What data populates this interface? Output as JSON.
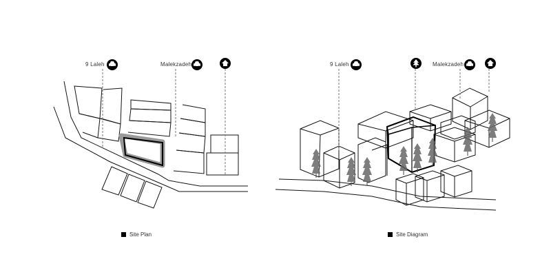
{
  "site_plan": {
    "caption": "Site Plan",
    "labels": {
      "street_1": "9 Laleh",
      "street_2": "Malekzadeh"
    },
    "icons": [
      "car-icon",
      "car-icon",
      "home-icon"
    ]
  },
  "site_diagram": {
    "caption": "Site Diagram",
    "labels": {
      "street_1": "9 Laleh",
      "street_2": "Malekzadeh"
    },
    "icons": [
      "car-icon",
      "tree-icon",
      "car-icon",
      "home-icon"
    ]
  },
  "colors": {
    "line": "#111111",
    "dashed": "#777777",
    "highlight": "#9a9a9a",
    "tree": "#555555"
  }
}
